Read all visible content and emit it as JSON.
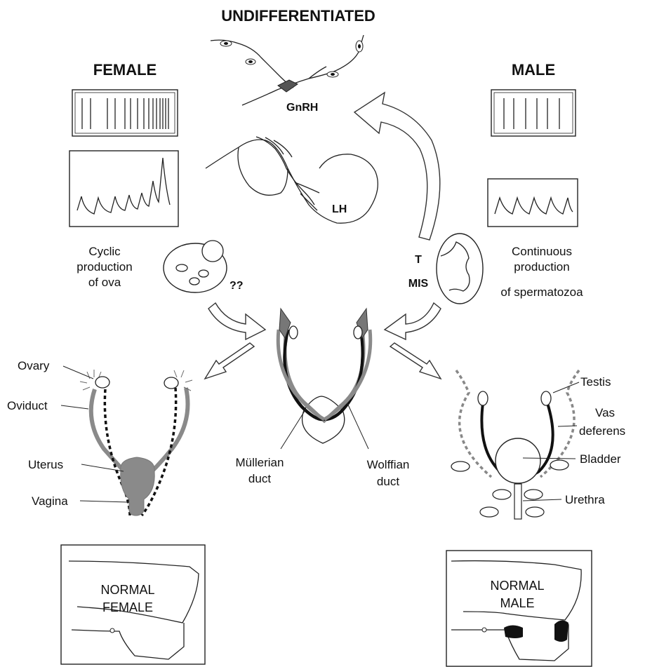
{
  "headings": {
    "undifferentiated": "UNDIFFERENTIATED",
    "female": "FEMALE",
    "male": "MALE"
  },
  "hormones": {
    "gnrh": "GnRH",
    "lh": "LH",
    "t": "T",
    "mis": "MIS",
    "unknown": "??"
  },
  "female_text": [
    "Cyclic",
    "production",
    "of ova"
  ],
  "male_text": [
    "Continuous",
    "production",
    "of spermatozoa"
  ],
  "center_labels": {
    "mullerian": [
      "Müllerian",
      "duct"
    ],
    "wolffian": [
      "Wolffian",
      "duct"
    ]
  },
  "female_organs": {
    "ovary": "Ovary",
    "oviduct": "Oviduct",
    "uterus": "Uterus",
    "vagina": "Vagina"
  },
  "male_organs": {
    "testis": "Testis",
    "vas_deferens": [
      "Vas",
      "deferens"
    ],
    "bladder": "Bladder",
    "urethra": "Urethra"
  },
  "boxes": {
    "female": [
      "NORMAL",
      "FEMALE"
    ],
    "male": [
      "NORMAL",
      "MALE"
    ]
  }
}
